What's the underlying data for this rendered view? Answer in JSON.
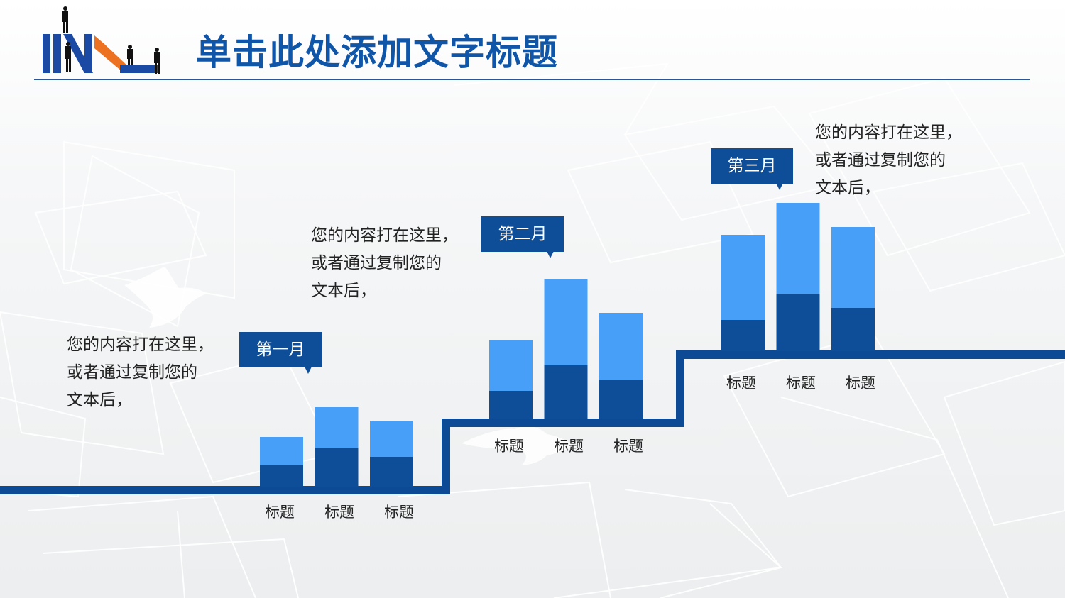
{
  "header": {
    "title": "单击此处添加文字标题"
  },
  "colors": {
    "accent": "#0e4d97",
    "bar_light": "#479ff8",
    "bar_dark": "#0e4d97",
    "step_line": "#0d4a96"
  },
  "notes": [
    {
      "lines": [
        "您的内容打在这里，",
        "或者通过复制您的",
        "文本后，"
      ]
    },
    {
      "lines": [
        "您的内容打在这里，",
        "或者通过复制您的",
        "文本后，"
      ]
    },
    {
      "lines": [
        "您的内容打在这里，",
        "或者通过复制您的",
        "文本后，"
      ]
    }
  ],
  "chart_data": {
    "type": "bar",
    "stacked": true,
    "groups": [
      {
        "name": "第一月",
        "categories": [
          "标题",
          "标题",
          "标题"
        ],
        "series": [
          {
            "values": [
              30,
              55,
              42
            ]
          },
          {
            "values": [
              40,
              57,
              50
            ]
          }
        ]
      },
      {
        "name": "第二月",
        "categories": [
          "标题",
          "标题",
          "标题"
        ],
        "series": [
          {
            "values": [
              40,
              76,
              56
            ]
          },
          {
            "values": [
              71,
              122,
              94
            ]
          }
        ]
      },
      {
        "name": "第三月",
        "categories": [
          "标题",
          "标题",
          "标题"
        ],
        "series": [
          {
            "values": [
              44,
              81,
              61
            ]
          },
          {
            "values": [
              120,
              128,
              114
            ]
          }
        ]
      }
    ]
  }
}
